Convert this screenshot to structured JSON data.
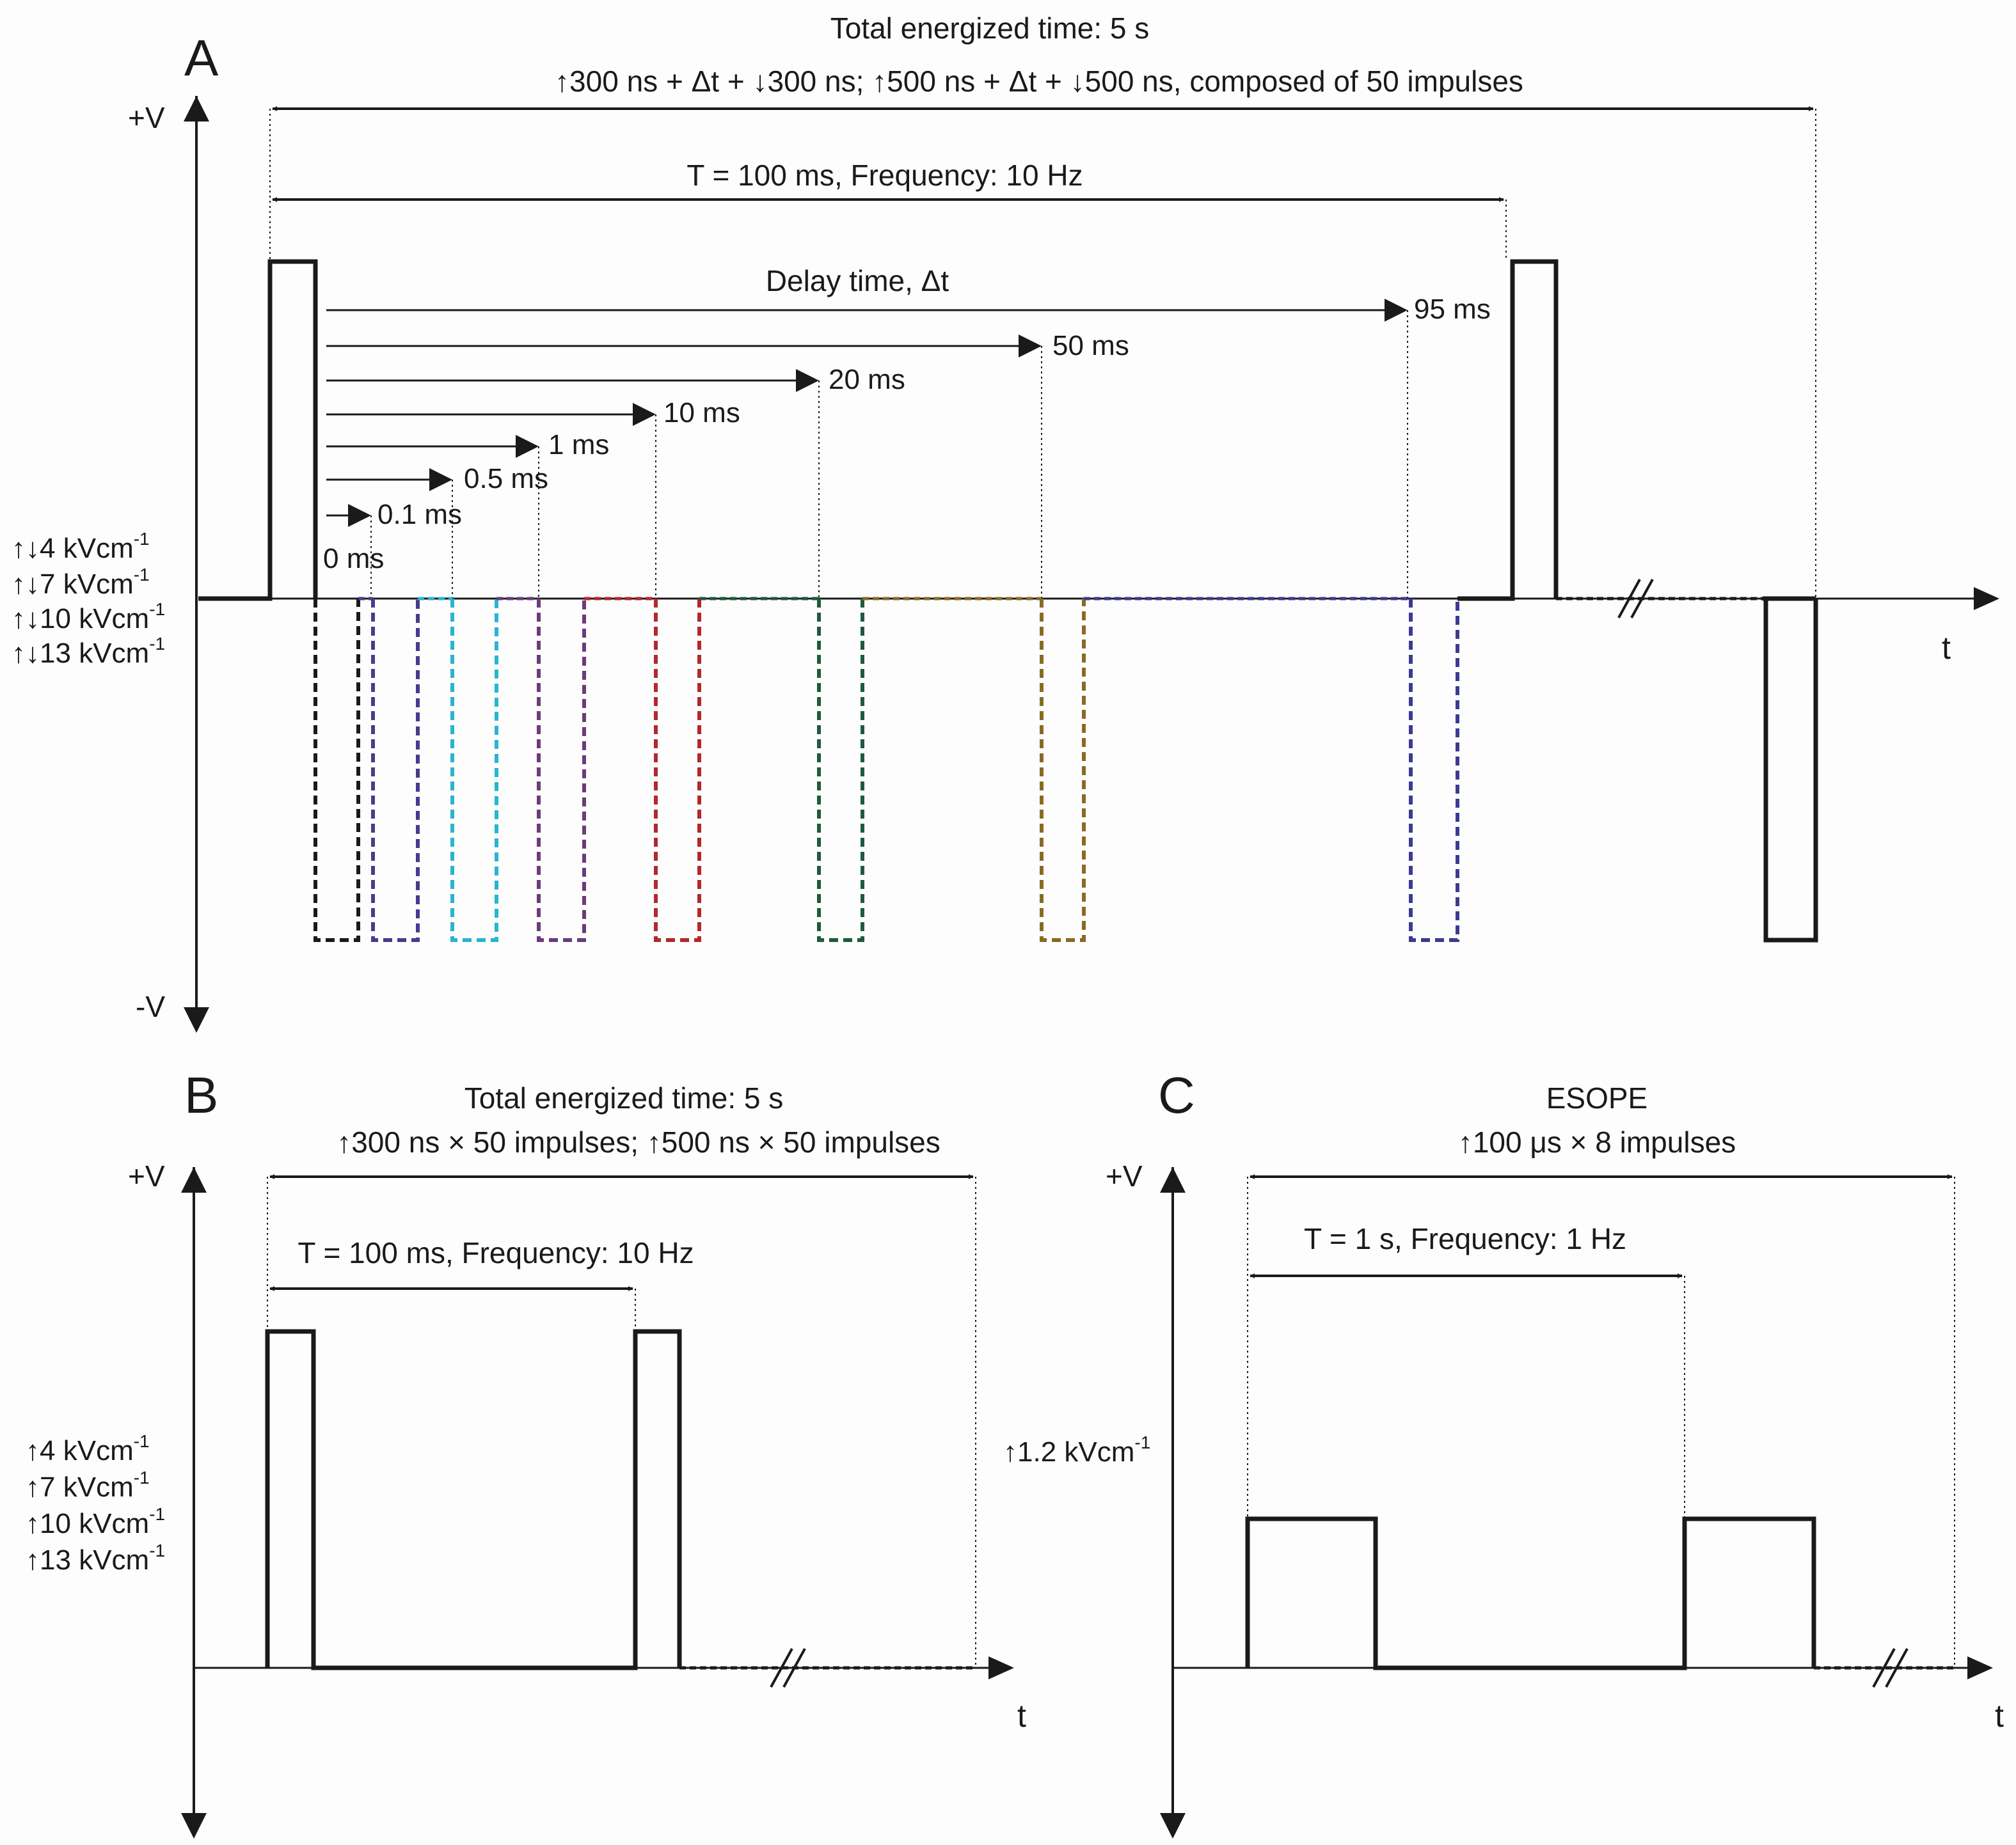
{
  "panels": {
    "A": {
      "letter": "A",
      "title": "Total energized time: 5 s",
      "subtitle": "↑300 ns + Δt + ↓300 ns; ↑500 ns + Δt + ↓500 ns, composed of 50 impulses",
      "period_label": "T = 100 ms, Frequency: 10 Hz",
      "delay_label": "Delay time, Δt",
      "y_pos": "+V",
      "y_neg": "-V",
      "x_label": "t",
      "field_strengths": [
        {
          "arrows": "↑↓",
          "value": "4",
          "unit": "kVcm",
          "exp": "-1"
        },
        {
          "arrows": "↑↓",
          "value": "7",
          "unit": "kVcm",
          "exp": "-1"
        },
        {
          "arrows": "↑↓",
          "value": "10",
          "unit": "kVcm",
          "exp": "-1"
        },
        {
          "arrows": "↑↓",
          "value": "13",
          "unit": "kVcm",
          "exp": "-1"
        }
      ],
      "delays": [
        {
          "label": "0 ms",
          "color": "#1a1a1a"
        },
        {
          "label": "0.1 ms",
          "color": "#4b3a8c"
        },
        {
          "label": "0.5 ms",
          "color": "#29b4d0"
        },
        {
          "label": "1 ms",
          "color": "#6a3c7a"
        },
        {
          "label": "10 ms",
          "color": "#b3282d"
        },
        {
          "label": "20 ms",
          "color": "#1f5a3c"
        },
        {
          "label": "50 ms",
          "color": "#8a6a22"
        },
        {
          "label": "95 ms",
          "color": "#3d3a8f"
        }
      ]
    },
    "B": {
      "letter": "B",
      "title": "Total energized time: 5 s",
      "subtitle": "↑300 ns × 50 impulses; ↑500 ns  × 50 impulses",
      "period_label": "T = 100 ms, Frequency: 10 Hz",
      "y_pos": "+V",
      "x_label": "t",
      "field_strengths": [
        {
          "arrows": "↑",
          "value": "4",
          "unit": "kVcm",
          "exp": "-1"
        },
        {
          "arrows": "↑",
          "value": "7",
          "unit": "kVcm",
          "exp": "-1"
        },
        {
          "arrows": "↑",
          "value": "10",
          "unit": "kVcm",
          "exp": "-1"
        },
        {
          "arrows": "↑",
          "value": "13",
          "unit": "kVcm",
          "exp": "-1"
        }
      ]
    },
    "C": {
      "letter": "C",
      "title": "ESOPE",
      "subtitle": "↑100 μs × 8 impulses",
      "period_label": "T = 1 s, Frequency: 1 Hz",
      "y_pos": "+V",
      "x_label": "t",
      "field_strength": {
        "arrows": "↑",
        "value": "1.2",
        "unit": "kVcm",
        "exp": "-1"
      }
    }
  }
}
